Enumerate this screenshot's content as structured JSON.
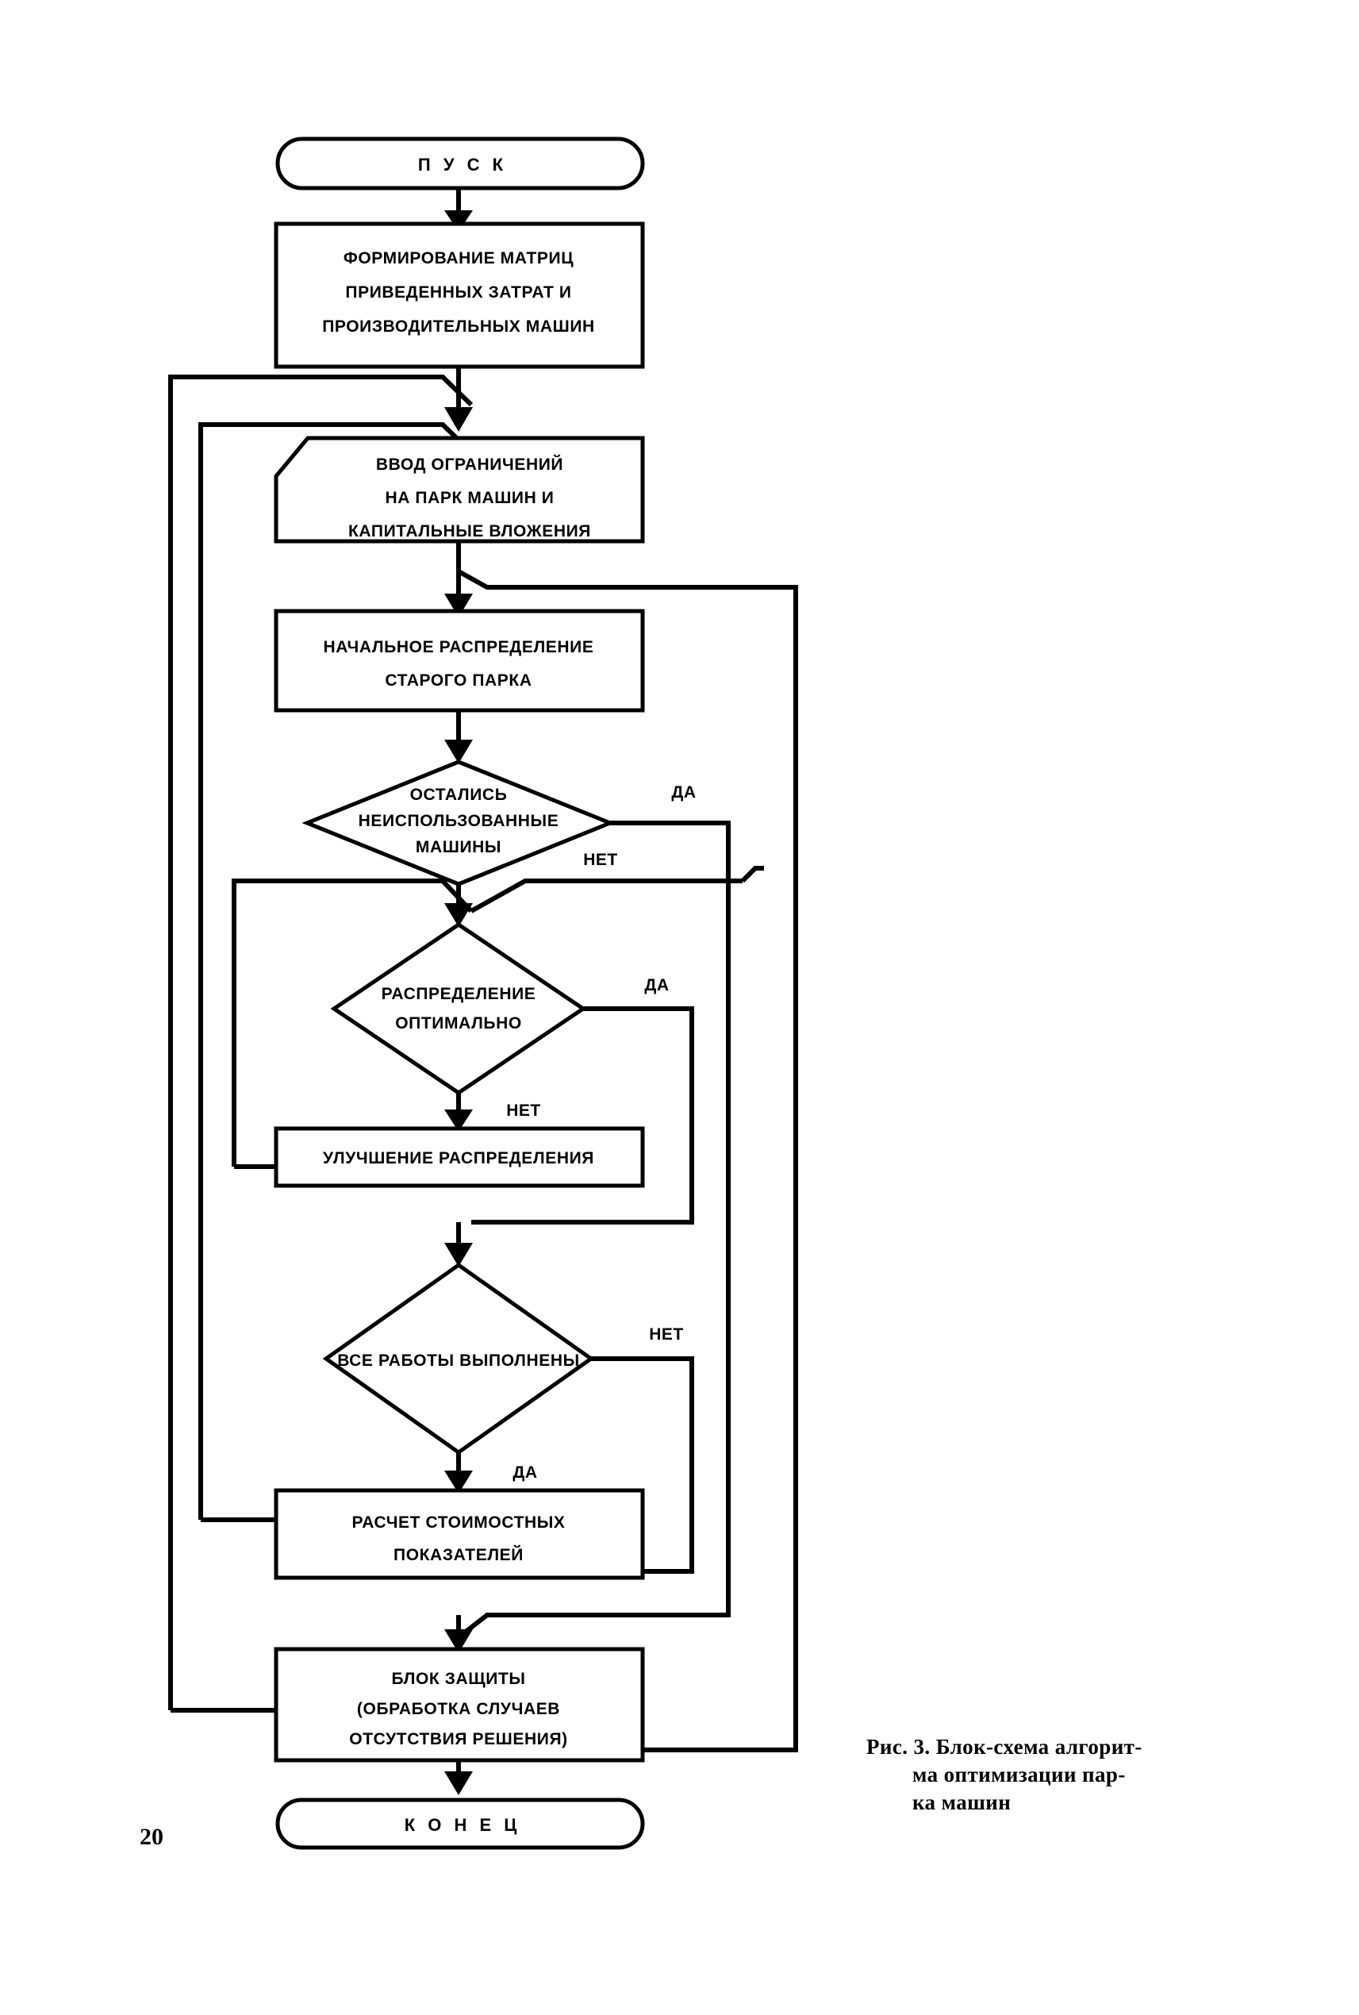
{
  "page": {
    "number": "20",
    "background": "#ffffff",
    "ink": "#000000"
  },
  "figure": {
    "caption_line1": "Рис. 3. Блок-схема алгорит-",
    "caption_line2": "ма оптимизации пар-",
    "caption_line3": "ка машин"
  },
  "flowchart": {
    "type": "flowchart",
    "title": "Блок-схема алгоритма оптимизации парка машин",
    "nodes": [
      {
        "id": "start",
        "shape": "terminator",
        "text": "П У С К"
      },
      {
        "id": "matrix",
        "shape": "process",
        "lines": [
          "ФОРМИРОВАНИЕ МАТРИЦ",
          "ПРИВЕДЕННЫХ ЗАТРАТ И",
          "ПРОИЗВОДИТЕЛЬНЫХ   МАШИН"
        ]
      },
      {
        "id": "input",
        "shape": "input-parallelogram",
        "lines": [
          "ВВОД ОГРАНИЧЕНИЙ",
          "НА ПАРК МАШИН И",
          "КАПИТАЛЬНЫЕ ВЛОЖЕНИЯ"
        ]
      },
      {
        "id": "initial",
        "shape": "process",
        "lines": [
          "НАЧАЛЬНОЕ РАСПРЕДЕЛЕНИЕ",
          "СТАРОГО ПАРКА"
        ]
      },
      {
        "id": "unused",
        "shape": "decision",
        "lines": [
          "ОСТАЛИСЬ",
          "НЕИСПОЛЬЗОВАННЫЕ",
          "МАШИНЫ"
        ],
        "yes_label": "ДА",
        "no_label": "НЕТ"
      },
      {
        "id": "optimal",
        "shape": "decision",
        "lines": [
          "РАСПРЕДЕЛЕНИЕ",
          "ОПТИМАЛЬНО"
        ],
        "yes_label": "ДА",
        "no_label": "НЕТ"
      },
      {
        "id": "improve",
        "shape": "process",
        "lines": [
          "УЛУЧШЕНИЕ РАСПРЕДЕЛЕНИЯ"
        ]
      },
      {
        "id": "allworks",
        "shape": "decision",
        "lines": [
          "ВСЕ РАБОТЫ ВЫПОЛНЕНЫ"
        ],
        "yes_label": "ДА",
        "no_label": "НЕТ"
      },
      {
        "id": "cost",
        "shape": "process",
        "lines": [
          "РАСЧЕТ СТОИМОСТНЫХ",
          "ПОКАЗАТЕЛЕЙ"
        ]
      },
      {
        "id": "protect",
        "shape": "process",
        "lines": [
          "БЛОК ЗАЩИТЫ",
          "(ОБРАБОТКА СЛУЧАЕВ",
          "ОТСУТСТВИЯ РЕШЕНИЯ)"
        ]
      },
      {
        "id": "end",
        "shape": "terminator",
        "text": "К О Н Е Ц"
      }
    ],
    "labels": {
      "yes": "ДА",
      "no": "НЕТ"
    }
  }
}
